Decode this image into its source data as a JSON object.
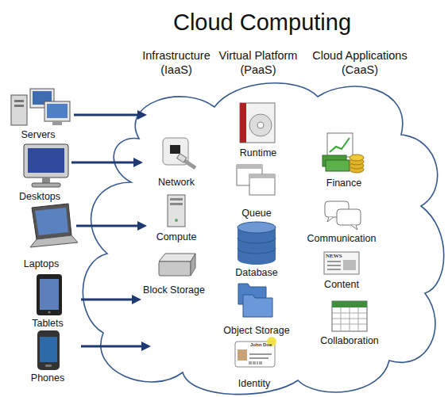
{
  "diagram": {
    "title": "Cloud Computing",
    "nodes": [
      {
        "text": [
          "Servers"
        ]
      },
      {
        "text": [
          "Desktops"
        ]
      },
      {
        "text": [
          "Laptops"
        ]
      },
      {
        "text": [
          "Tablets"
        ]
      },
      {
        "text": [
          "Phones"
        ]
      },
      {
        "text": [
          "Infrastructure (IaaS)",
          "Virtual Platform (PaaS)",
          "Cloud Applications (CaaS)"
        ]
      },
      {
        "text": [
          "Network"
        ],
        "in": 5
      },
      {
        "text": [
          "Compute"
        ],
        "in": 5
      },
      {
        "text": [
          "Block Storage"
        ],
        "in": 5
      },
      {
        "text": [
          "Runtime"
        ],
        "in": 5
      },
      {
        "text": [
          "Queue"
        ],
        "in": 5
      },
      {
        "text": [
          "Database"
        ],
        "in": 5
      },
      {
        "text": [
          "Object Storage"
        ],
        "in": 5
      },
      {
        "text": [
          "Identity"
        ],
        "in": 5
      },
      {
        "text": [
          "Finance"
        ],
        "in": 5
      },
      {
        "text": [
          "Communication"
        ],
        "in": 5
      },
      {
        "text": [
          "Content"
        ],
        "in": 5
      },
      {
        "text": [
          "Collaboration"
        ],
        "in": 5
      }
    ],
    "edges": [
      {
        "from": 0,
        "to": 5,
        "arrow": "to"
      },
      {
        "from": 1,
        "to": 5,
        "arrow": "to"
      },
      {
        "from": 2,
        "to": 5,
        "arrow": "to"
      },
      {
        "from": 3,
        "to": 5,
        "arrow": "to"
      },
      {
        "from": 4,
        "to": 5,
        "arrow": "to"
      }
    ],
    "labels": [
      "NEWS",
      "John Doe"
    ]
  }
}
